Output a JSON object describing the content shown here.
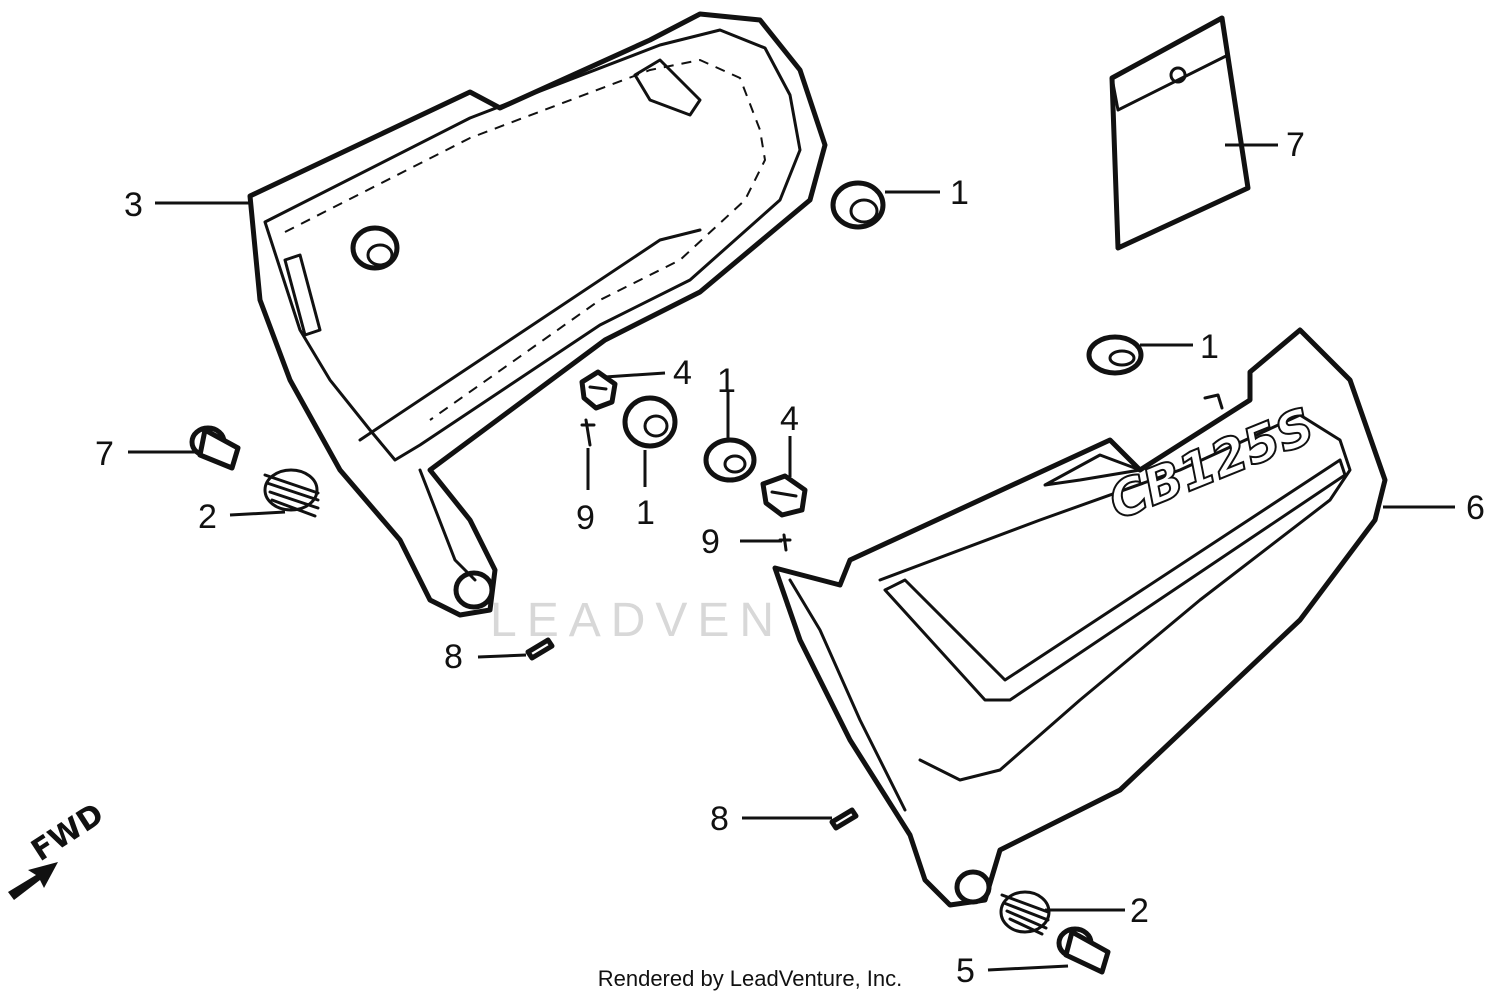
{
  "diagram": {
    "part_labels": [
      {
        "id": "c1a",
        "text": "1"
      },
      {
        "id": "c1b",
        "text": "1"
      },
      {
        "id": "c1c",
        "text": "1"
      },
      {
        "id": "c1d",
        "text": "1"
      },
      {
        "id": "c2a",
        "text": "2"
      },
      {
        "id": "c2b",
        "text": "2"
      },
      {
        "id": "c3",
        "text": "3"
      },
      {
        "id": "c4a",
        "text": "4"
      },
      {
        "id": "c4b",
        "text": "4"
      },
      {
        "id": "c5",
        "text": "5"
      },
      {
        "id": "c6",
        "text": "6"
      },
      {
        "id": "c7a",
        "text": "7"
      },
      {
        "id": "c7b",
        "text": "7"
      },
      {
        "id": "c8a",
        "text": "8"
      },
      {
        "id": "c8b",
        "text": "8"
      },
      {
        "id": "c9a",
        "text": "9"
      },
      {
        "id": "c9b",
        "text": "9"
      }
    ],
    "fwd_label": "FWD",
    "model_badge": "CB125S",
    "watermark": "LEADVENTURE"
  },
  "footer": {
    "credit": "Rendered by LeadVenture, Inc."
  }
}
